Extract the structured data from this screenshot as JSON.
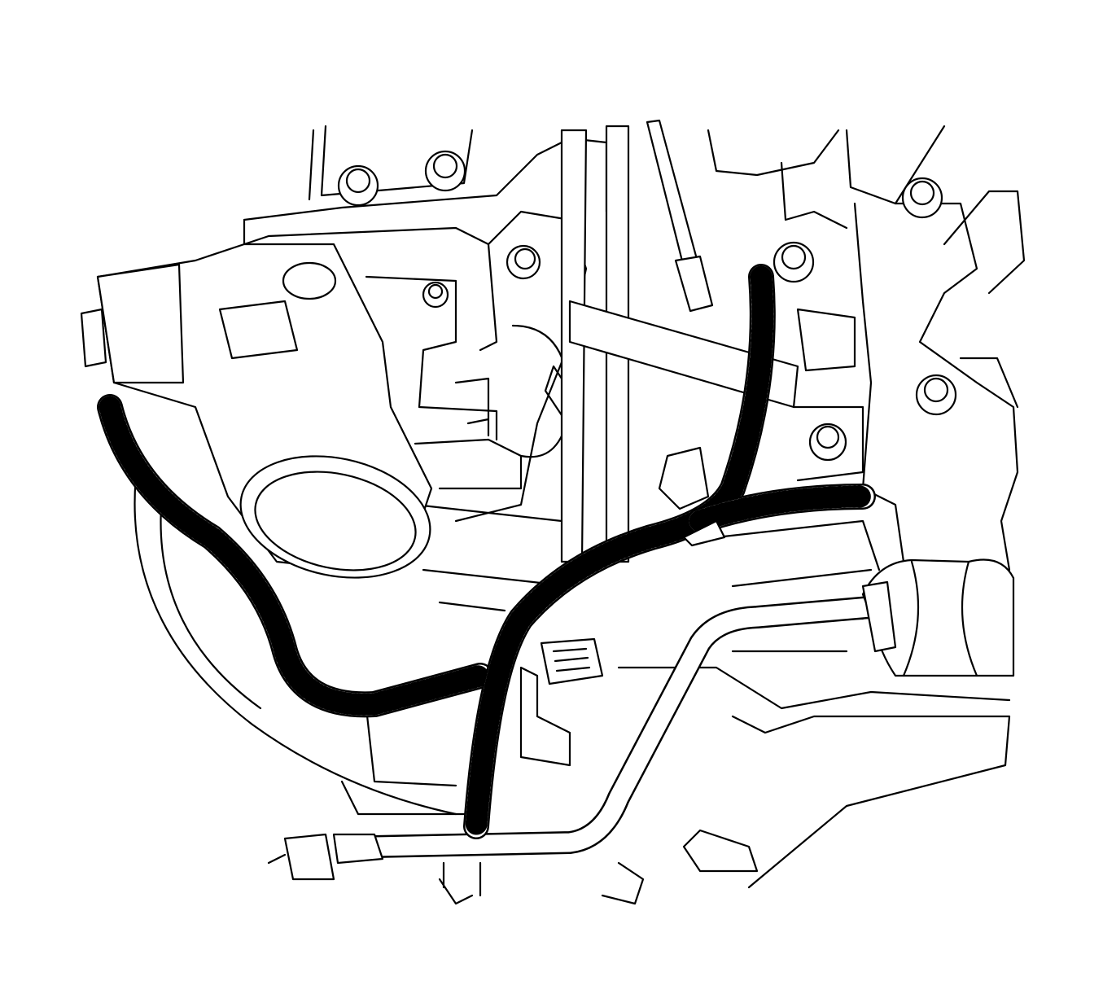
{
  "figure": {
    "kind": "line-art technical illustration",
    "line_color": "#000000",
    "background_color": "#ffffff",
    "components": [
      "throttle-body",
      "wiring-harness",
      "bolts",
      "coolant-pipe",
      "hose-boot",
      "connectors"
    ]
  }
}
